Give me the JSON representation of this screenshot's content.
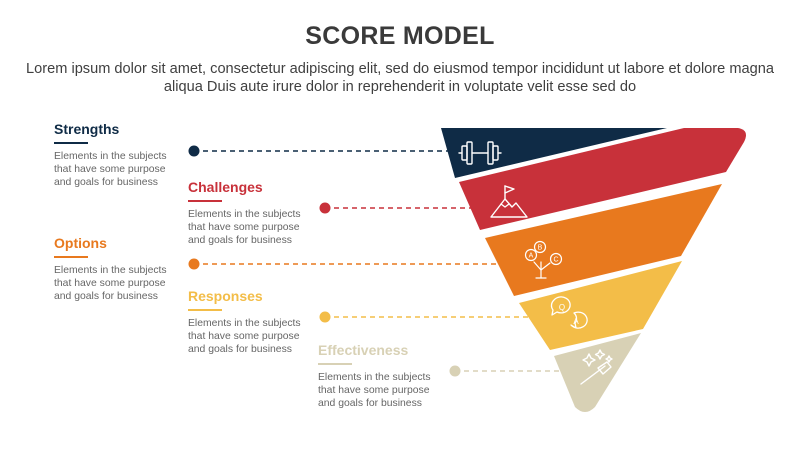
{
  "title": "SCORE MODEL",
  "subtitle": "Lorem ipsum dolor sit amet, consectetur adipiscing elit, sed do eiusmod tempor incididunt ut labore et dolore magna aliqua Duis aute irure dolor in reprehenderit in voluptate velit esse sed do",
  "items": [
    {
      "label": "Strengths",
      "description": "Elements in the subjects that have some purpose and goals for business",
      "color": "#0f2b46",
      "icon": "dumbbell-icon"
    },
    {
      "label": "Challenges",
      "description": "Elements in the subjects that have some purpose and goals for business",
      "color": "#c8313a",
      "icon": "mountain-flag-icon"
    },
    {
      "label": "Options",
      "description": "Elements in the subjects that have some purpose and goals for business",
      "color": "#e8791e",
      "icon": "abc-choice-icon"
    },
    {
      "label": "Responses",
      "description": "Elements in the subjects that have some purpose and goals for business",
      "color": "#f3bd48",
      "icon": "chat-bubbles-icon"
    },
    {
      "label": "Effectiveness",
      "description": "Elements in the subjects that have some purpose and goals for business",
      "color": "#d8d1b5",
      "icon": "magic-wand-icon"
    }
  ]
}
